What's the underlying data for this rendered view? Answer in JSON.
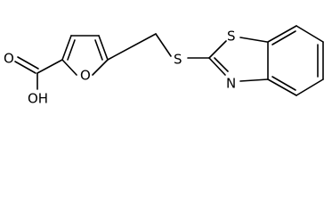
{
  "structure": {
    "atoms": {
      "carboxyl_oxygen": "O",
      "hydroxyl_group": "OH",
      "furan_oxygen": "O",
      "thioether_sulfur": "S",
      "thiazole_sulfur": "S",
      "thiazole_nitrogen": "N"
    },
    "colors": {
      "bond": "#000000",
      "label": "#000000",
      "background": "#ffffff"
    }
  }
}
